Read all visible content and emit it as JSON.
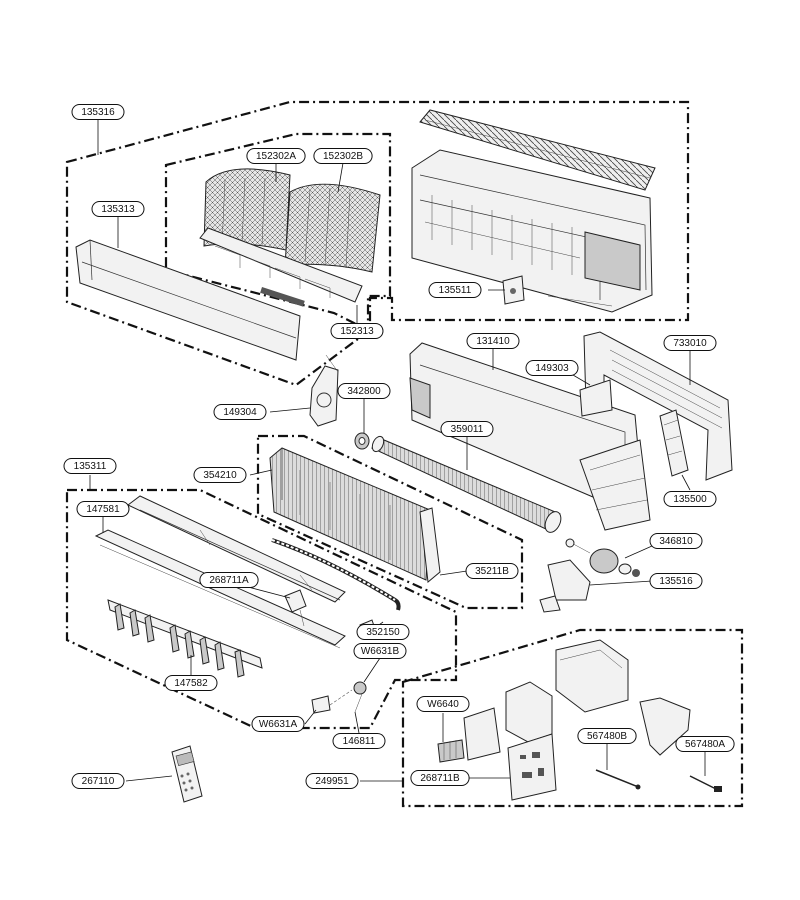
{
  "parts": [
    {
      "id": "p135316",
      "label": "135316"
    },
    {
      "id": "p152302a",
      "label": "152302A"
    },
    {
      "id": "p152302b",
      "label": "152302B"
    },
    {
      "id": "p135313",
      "label": "135313"
    },
    {
      "id": "p152313",
      "label": "152313"
    },
    {
      "id": "p135511",
      "label": "135511"
    },
    {
      "id": "p131410",
      "label": "131410"
    },
    {
      "id": "p733010",
      "label": "733010"
    },
    {
      "id": "p149303",
      "label": "149303"
    },
    {
      "id": "p342800",
      "label": "342800"
    },
    {
      "id": "p149304",
      "label": "149304"
    },
    {
      "id": "p359011",
      "label": "359011"
    },
    {
      "id": "p135311",
      "label": "135311"
    },
    {
      "id": "p354210",
      "label": "354210"
    },
    {
      "id": "p135500",
      "label": "135500"
    },
    {
      "id": "p147581",
      "label": "147581"
    },
    {
      "id": "p346810",
      "label": "346810"
    },
    {
      "id": "p35211b",
      "label": "35211B"
    },
    {
      "id": "p268711a",
      "label": "268711A"
    },
    {
      "id": "p135516",
      "label": "135516"
    },
    {
      "id": "p352150",
      "label": "352150"
    },
    {
      "id": "pw6631b",
      "label": "W6631B"
    },
    {
      "id": "p147582",
      "label": "147582"
    },
    {
      "id": "pw6631a",
      "label": "W6631A"
    },
    {
      "id": "p146811",
      "label": "146811"
    },
    {
      "id": "pw6640",
      "label": "W6640"
    },
    {
      "id": "p567480b",
      "label": "567480B"
    },
    {
      "id": "p567480a",
      "label": "567480A"
    },
    {
      "id": "p267110",
      "label": "267110"
    },
    {
      "id": "p249951",
      "label": "249951"
    },
    {
      "id": "p268711b",
      "label": "268711B"
    }
  ]
}
